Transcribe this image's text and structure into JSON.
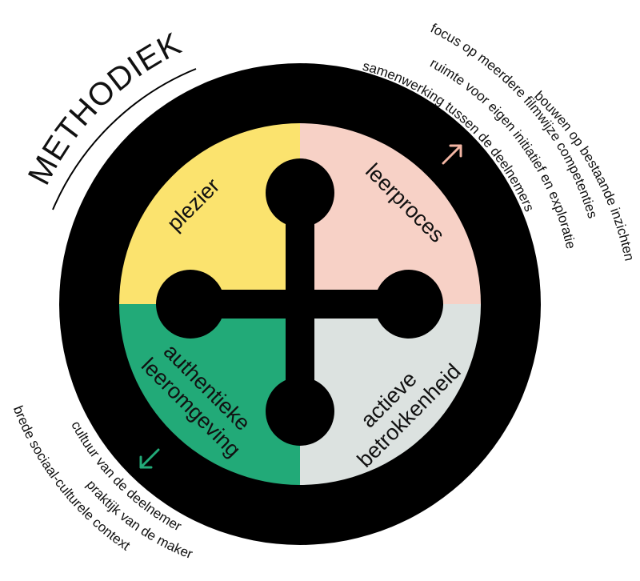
{
  "title": "METHODIEK",
  "quadrants": {
    "top_left": {
      "lines": [
        "plezier"
      ],
      "color": "#FBE36E"
    },
    "top_right": {
      "lines": [
        "leerproces"
      ],
      "color": "#F7D1C6"
    },
    "bottom_left": {
      "lines": [
        "authentieke",
        "leeromgeving"
      ],
      "color": "#22AA78"
    },
    "bottom_right": {
      "lines": [
        "actieve",
        "betrokkenheid"
      ],
      "color": "#DCE2E0"
    }
  },
  "top_arcs": [
    "focus op meerdere filmwijze competenties",
    "bouwen op bestaande inzichten",
    "ruimte voor eigen initiatief en exploratie",
    "samenwerking tussen de deelnemers"
  ],
  "bottom_arcs": [
    "cultuur van de deelnemer",
    "praktijk van de maker",
    "brede sociaal-culturele context"
  ],
  "colors": {
    "ring": "#000000",
    "arrow_top": "#F2B5A3",
    "arrow_bottom": "#22AA78",
    "text": "#111111"
  }
}
